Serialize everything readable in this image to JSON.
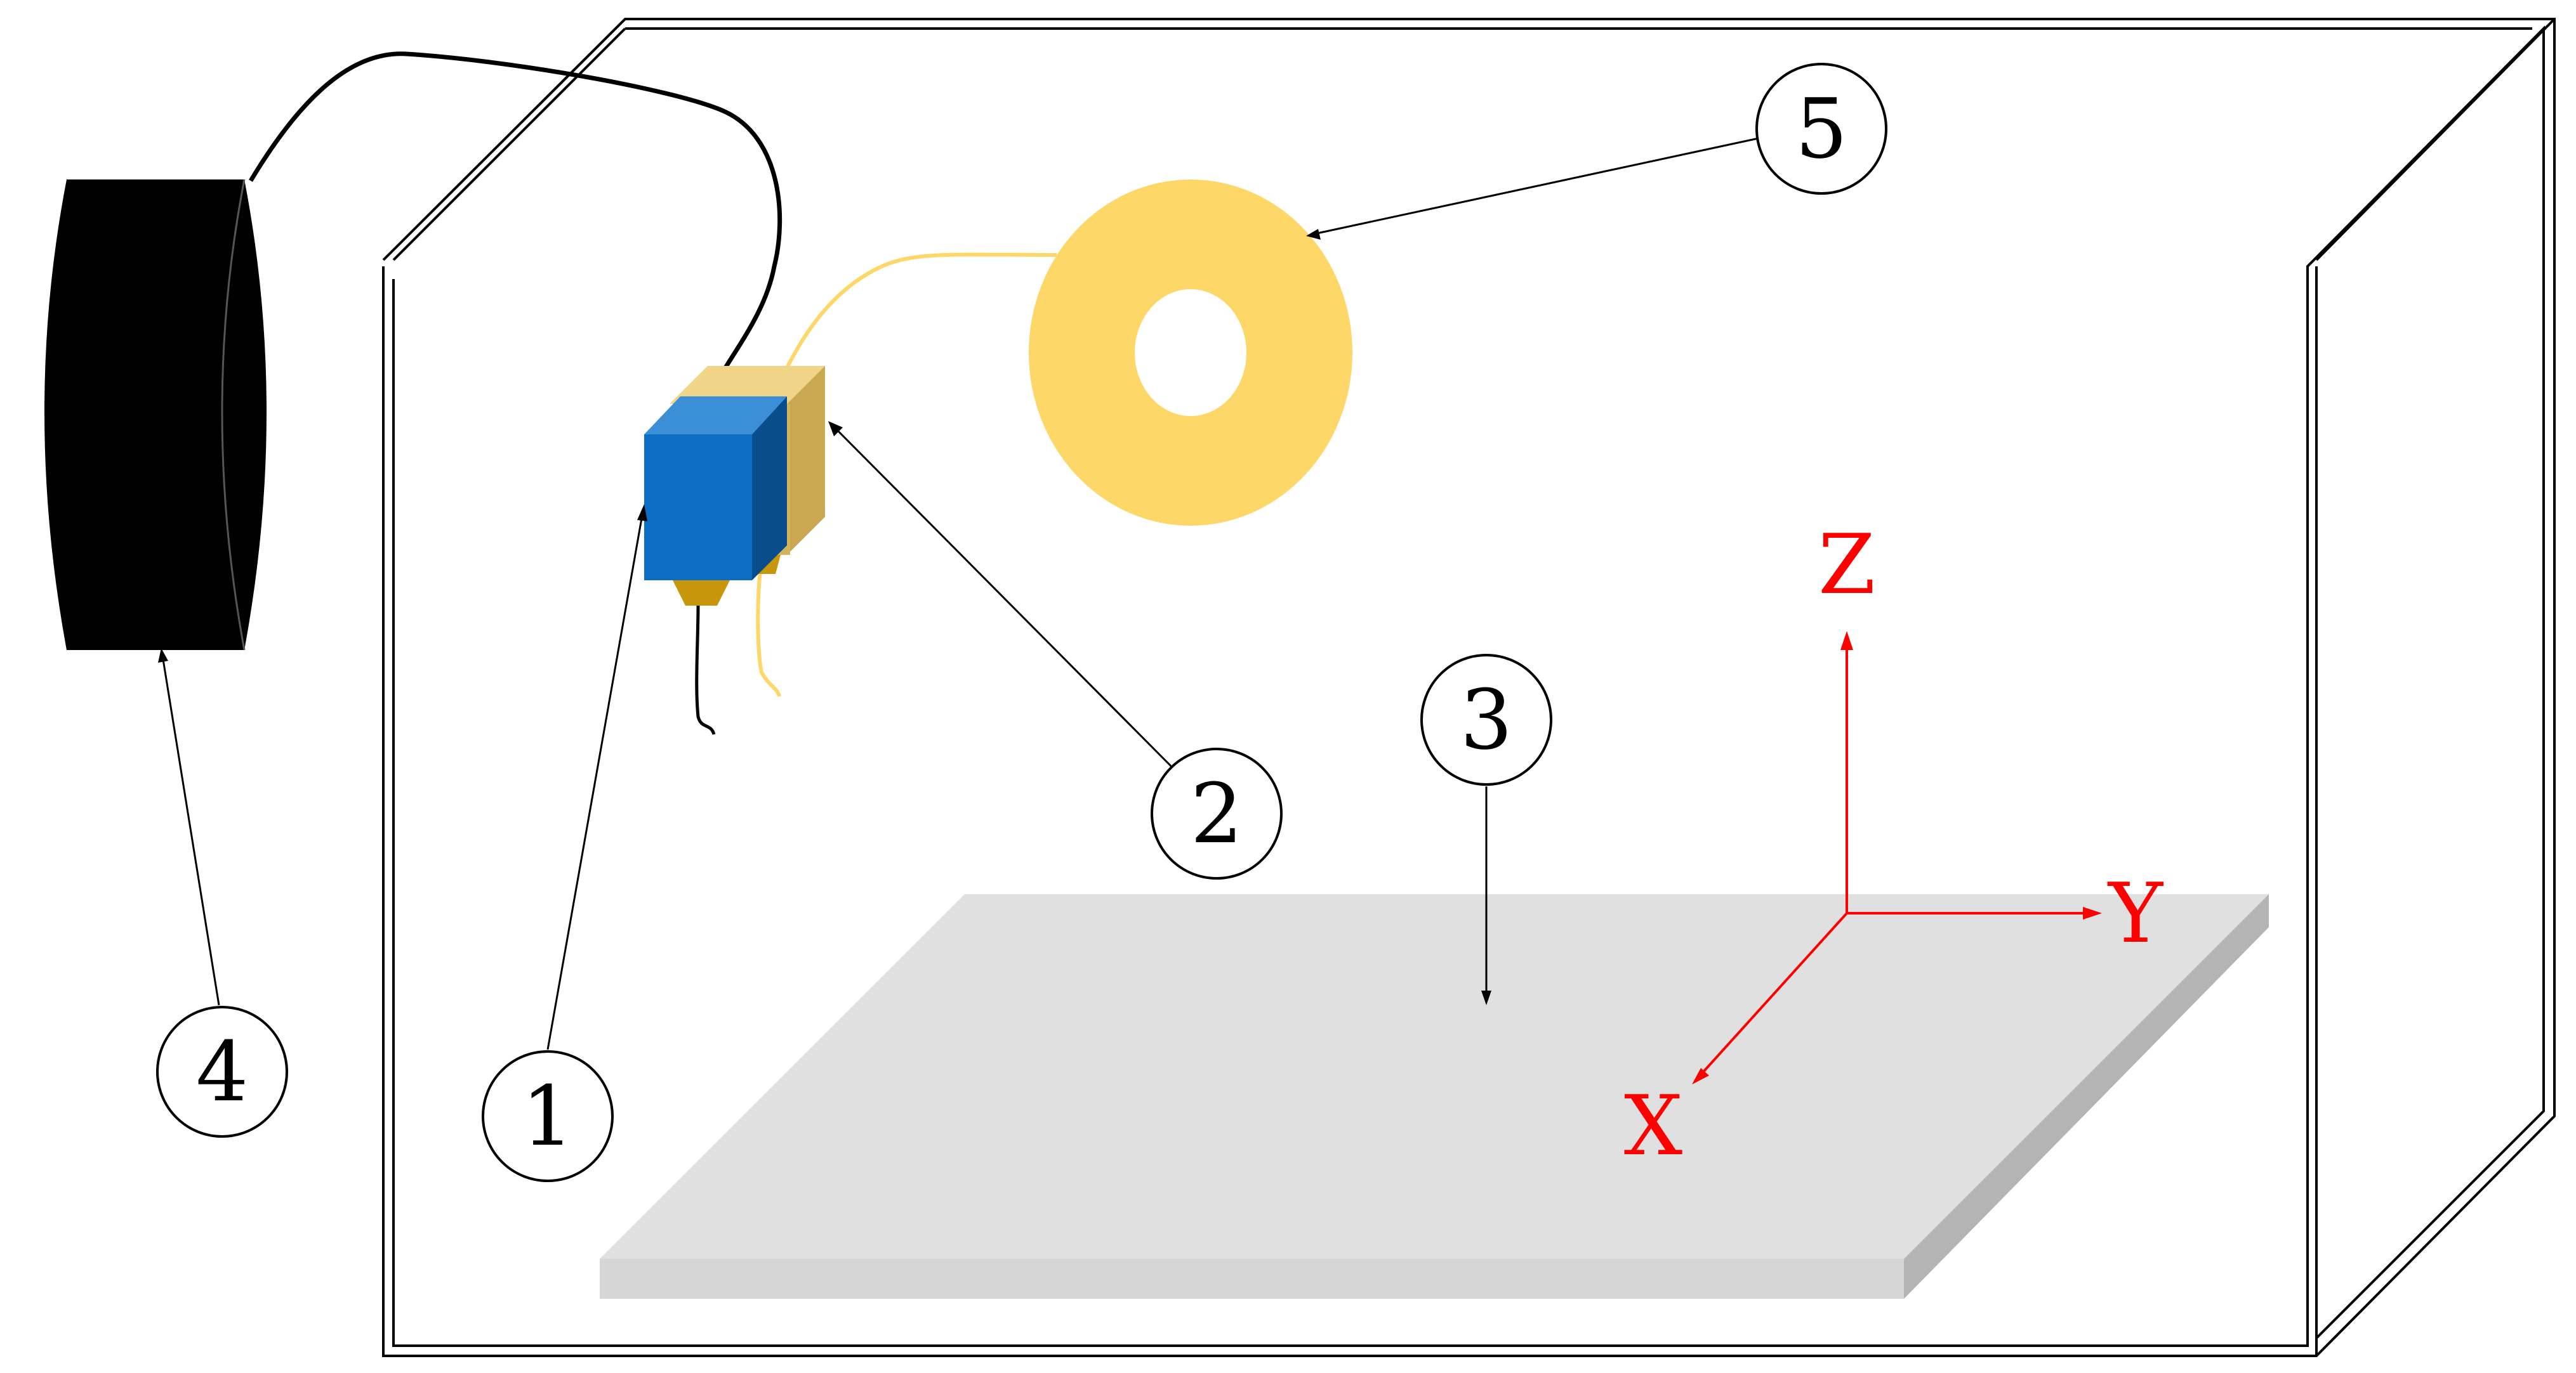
{
  "callouts": [
    {
      "id": "1",
      "label": "1"
    },
    {
      "id": "2",
      "label": "2"
    },
    {
      "id": "3",
      "label": "3"
    },
    {
      "id": "4",
      "label": "4"
    },
    {
      "id": "5",
      "label": "5"
    }
  ],
  "axes": {
    "x_label": "X",
    "y_label": "Y",
    "z_label": "Z",
    "color": "#ff0000"
  },
  "colors": {
    "enclosure": "#000000",
    "bed_top": "#e0e0e0",
    "bed_side": "#b4b4b4",
    "bed_front": "#d6d6d6",
    "head_blue_front": "#0b6ec4",
    "head_blue_top": "#3a8fd6",
    "head_blue_side": "#0a4d8c",
    "head_gold": "#d4b45a",
    "head_gold_top": "#f0d488",
    "nozzle": "#c8960a",
    "filament": "#fdd868",
    "spool": "#fdd868",
    "wire_spool": "#000000"
  }
}
